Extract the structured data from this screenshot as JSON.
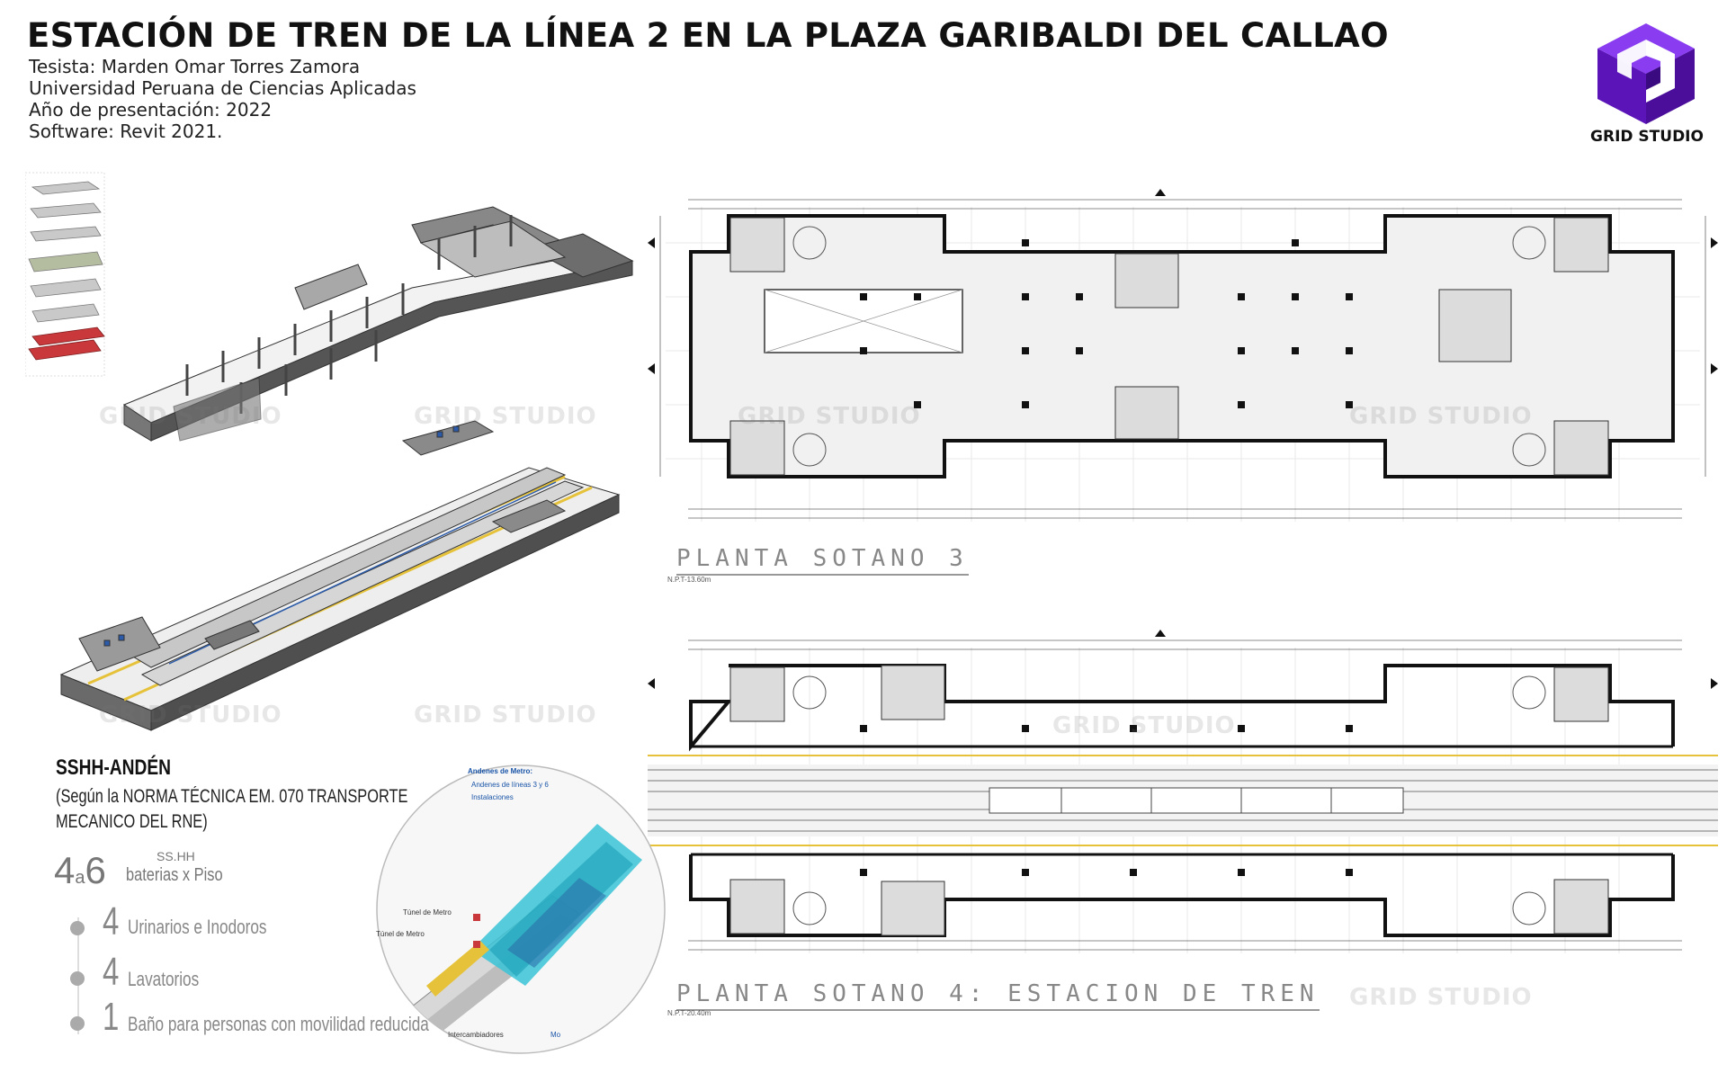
{
  "title": "ESTACIÓN DE TREN DE LA LÍNEA 2 EN LA PLAZA GARIBALDI DEL CALLAO",
  "meta": {
    "tesista": "Tesista: Marden Omar Torres Zamora",
    "universidad": "Universidad Peruana de Ciencias Aplicadas",
    "anio": "Año de presentación: 2022",
    "software": "Software: Revit 2021."
  },
  "logo": {
    "text": "GRID STUDIO",
    "icon": "grid-studio-cube-logo",
    "color": "#6a1fd0"
  },
  "watermark": "GRID STUDIO",
  "plans": {
    "sotano3": {
      "label": "PLANTA SOTANO 3",
      "npt": "N.P.T-13.60m"
    },
    "sotano4": {
      "label": "PLANTA SOTANO 4: ESTACION DE TREN",
      "npt": "N.P.T-20.40m"
    }
  },
  "sshh": {
    "title": "SSHH-ANDÉN",
    "norma_line1_pre": "(Según la ",
    "norma_line1_bold": "NORMA TÉCNICA EM. 070 TRANSPORTE",
    "norma_line2_bold": "MECANICO DEL RNE",
    "norma_line2_post": ")",
    "range_from": "4",
    "range_a": "a",
    "range_to": "6",
    "range_unit_top": "SS.HH",
    "range_unit": "baterias x Piso",
    "items": [
      {
        "num": "4",
        "text": "Urinarios e Inodoros"
      },
      {
        "num": "4",
        "text": "Lavatorios"
      },
      {
        "num": "1",
        "text": "Baño para personas con movilidad reducida"
      }
    ]
  },
  "map_detail": {
    "legend_title": "Andenes de Metro:",
    "legend_items": [
      "Andenes de líneas 3 y 6",
      "Instalaciones"
    ],
    "labels": [
      "Túnel de Metro",
      "Túnel de Metro"
    ],
    "bottom_legend": [
      "Intercambiadores",
      "Mo"
    ]
  },
  "colors": {
    "accent_red": "#c9383a",
    "metro_cyan": "#39c3d6",
    "line_yellow": "#e6c23a"
  }
}
